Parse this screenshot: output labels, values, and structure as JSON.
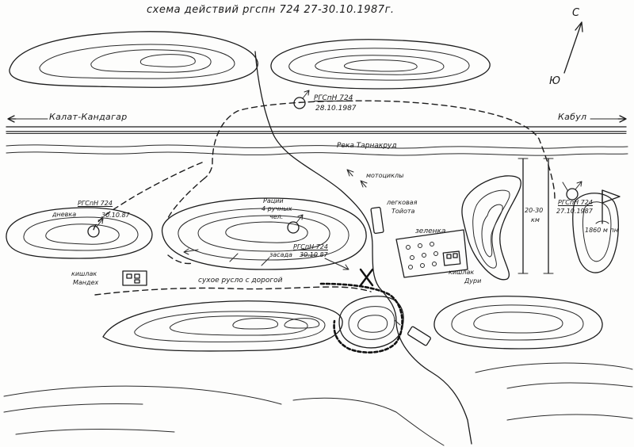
{
  "title": "схема действий ргспн 724 27-30.10.1987г.",
  "compass": {
    "north": "С",
    "south": "Ю"
  },
  "roads": {
    "west": "Калат-Кандагар",
    "east": "Кабул"
  },
  "river": "Река Тарнакруд",
  "positions": {
    "top": {
      "unit": "РГСпН 724",
      "date": "28.10.1987"
    },
    "right": {
      "unit": "РГСпН 724",
      "date": "27.10.1987"
    },
    "west_daylight": {
      "unit": "РГСпН 724",
      "label": "дневка",
      "date": "30.10.87"
    },
    "ambush": {
      "unit": "РГСпН 724",
      "label": "засада",
      "date": "30.10.87"
    }
  },
  "labels": {
    "motorcycles": "мотоциклы",
    "pickup": [
      "легковая",
      "Тойота"
    ],
    "radios": [
      "Рации",
      "4 ручных",
      "чел."
    ],
    "greenery": "зеленка",
    "distance": [
      "20-30",
      "км"
    ],
    "height": "1860 м пн",
    "village_west": [
      "кишлак",
      "Мандех"
    ],
    "village_east": [
      "кишлак",
      "Дури"
    ],
    "dry_bed": "сухое русло с дорогой"
  },
  "colors": {
    "ink": "#1c1c1c",
    "paper": "#fdfdfc"
  }
}
